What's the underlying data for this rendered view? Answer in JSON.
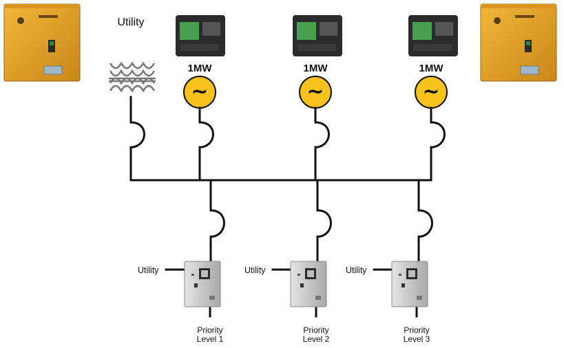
{
  "utility_transformer_label": "Utility",
  "generators": [
    {
      "rating": "1MW",
      "symbol": "~"
    },
    {
      "rating": "1MW",
      "symbol": "~"
    },
    {
      "rating": "1MW",
      "symbol": "~"
    }
  ],
  "transfer_switches": [
    {
      "source_label": "Utility",
      "priority_line1": "Priority",
      "priority_line2": "Level 1"
    },
    {
      "source_label": "Utility",
      "priority_line1": "Priority",
      "priority_line2": "Level 2"
    },
    {
      "source_label": "Utility",
      "priority_line1": "Priority",
      "priority_line2": "Level 3"
    }
  ],
  "colors": {
    "line": "#111111",
    "generator_fill": "#f7c21c",
    "cabinet_orange": "#e9a52a",
    "cabinet_gray": "#cfcfcf"
  }
}
